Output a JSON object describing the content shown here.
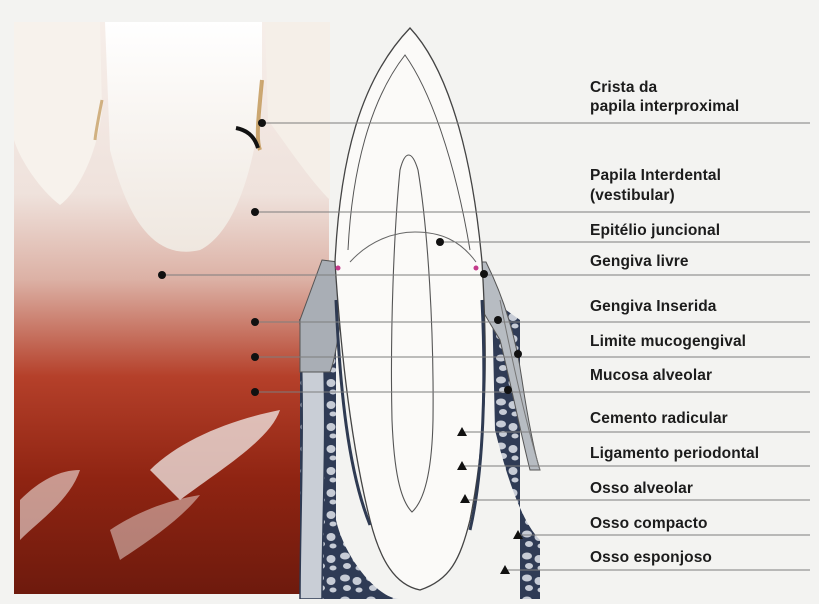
{
  "labels": [
    "Crista da",
    "papila interproximal",
    "Papila Interdental",
    "(vestibular)",
    "Epitélio juncional",
    "Gengiva livre",
    "Gengiva Inserida",
    "Limite mucogengival",
    "Mucosa alveolar",
    "Cemento radicular",
    "Ligamento periodontal",
    "Osso alveolar",
    "Osso compacto",
    "Osso esponjoso"
  ],
  "colors": {
    "background": "#f3f3f1",
    "leader_line": "#7d7d7d",
    "gum_red": "#9c2a16",
    "gum_pink": "#d8a99a",
    "enamel": "#f8f6f1",
    "bone": "#c9ced6",
    "bone_pattern": "#2e3a52",
    "gingiva_grey": "#a9aeb5"
  },
  "icons": [
    "leader-dot",
    "leader-triangle"
  ]
}
